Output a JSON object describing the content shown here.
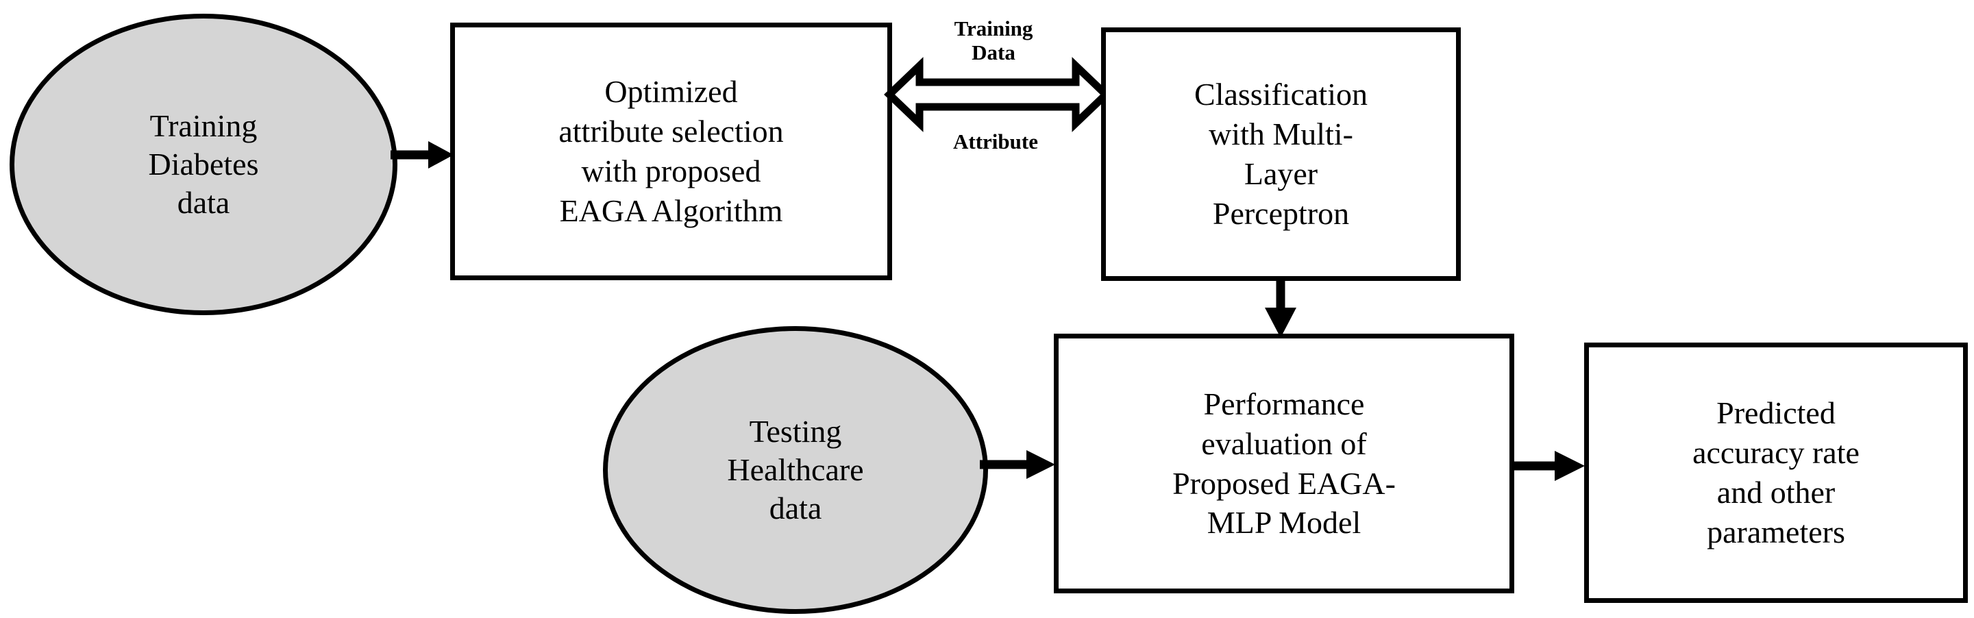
{
  "diagram": {
    "title": "EAGA-MLP proposed model flowchart",
    "colors": {
      "node_fill_ellipse": "#d5d5d5",
      "node_fill_box": "#ffffff",
      "stroke": "#000000",
      "background": "#ffffff"
    },
    "nodes": [
      {
        "id": "training-diabetes-data",
        "shape": "ellipse",
        "label": "Training\nDiabetes\ndata"
      },
      {
        "id": "optimized-attribute-selection",
        "shape": "rectangle",
        "label": "Optimized\nattribute selection\nwith proposed\nEAGA Algorithm"
      },
      {
        "id": "classification-mlp",
        "shape": "rectangle",
        "label": "Classification\nwith Multi-\nLayer\nPerceptron"
      },
      {
        "id": "testing-healthcare-data",
        "shape": "ellipse",
        "label": "Testing\nHealthcare\ndata"
      },
      {
        "id": "performance-evaluation",
        "shape": "rectangle",
        "label": "Performance\nevaluation of\nProposed EAGA-\nMLP Model"
      },
      {
        "id": "predicted-accuracy",
        "shape": "rectangle",
        "label": "Predicted\naccuracy rate\nand other\nparameters"
      }
    ],
    "edges": [
      {
        "id": "training-data-to-optimized",
        "from": "training-diabetes-data",
        "to": "optimized-attribute-selection",
        "style": "solid-arrow",
        "direction": "right",
        "label": ""
      },
      {
        "id": "optimized-to-classification",
        "from": "optimized-attribute-selection",
        "to": "classification-mlp",
        "style": "hollow-double-arrow",
        "direction": "bidirectional",
        "label_above": "Training\nData",
        "label_below": "Attribute"
      },
      {
        "id": "classification-to-performance",
        "from": "classification-mlp",
        "to": "performance-evaluation",
        "style": "solid-arrow",
        "direction": "down",
        "label": ""
      },
      {
        "id": "testing-data-to-performance",
        "from": "testing-healthcare-data",
        "to": "performance-evaluation",
        "style": "solid-arrow",
        "direction": "right",
        "label": ""
      },
      {
        "id": "performance-to-predicted",
        "from": "performance-evaluation",
        "to": "predicted-accuracy",
        "style": "solid-arrow",
        "direction": "right",
        "label": ""
      }
    ]
  }
}
